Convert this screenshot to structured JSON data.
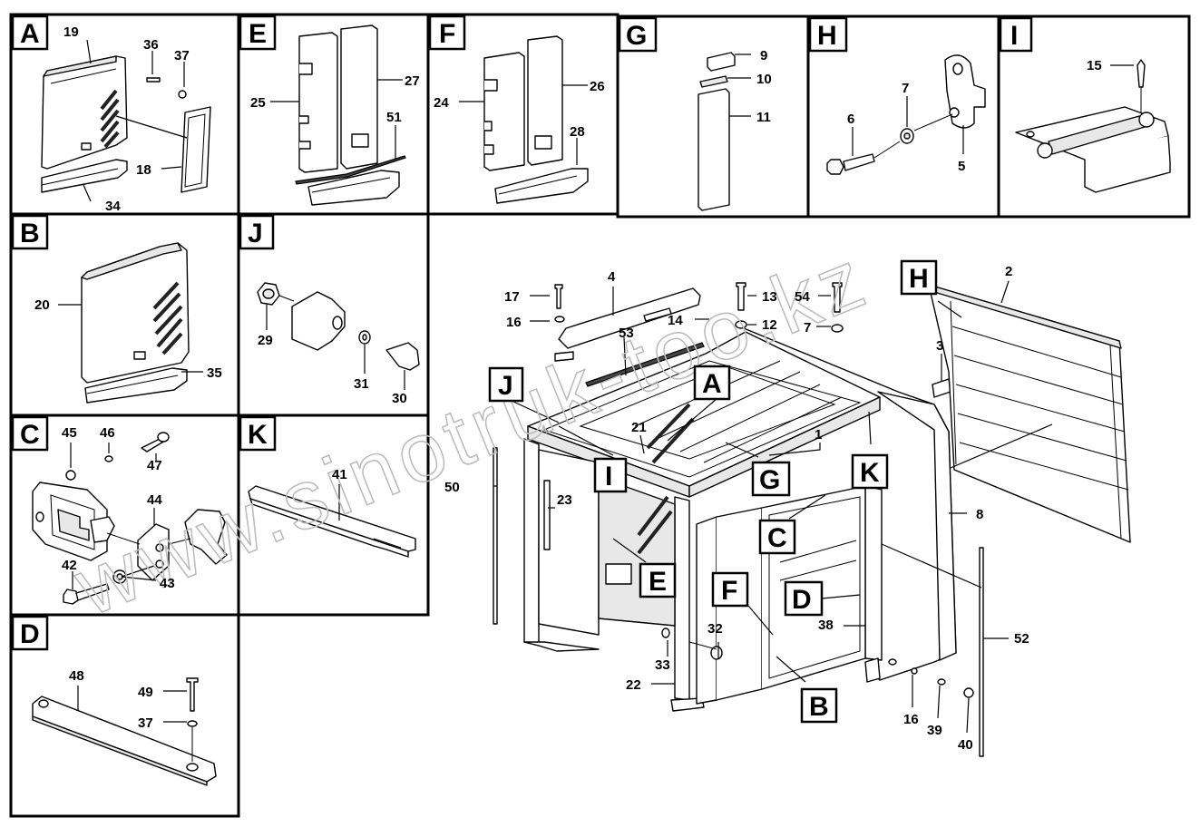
{
  "watermark": "www.sinotruk-too.kz",
  "panels": [
    {
      "id": "A",
      "numbers": [
        "19",
        "36",
        "37",
        "18",
        "34"
      ]
    },
    {
      "id": "E",
      "numbers": [
        "25",
        "27",
        "51"
      ]
    },
    {
      "id": "F",
      "numbers": [
        "24",
        "26",
        "28"
      ]
    },
    {
      "id": "G",
      "numbers": [
        "9",
        "10",
        "11"
      ]
    },
    {
      "id": "H",
      "numbers": [
        "7",
        "6",
        "5"
      ]
    },
    {
      "id": "I",
      "numbers": [
        "15"
      ]
    },
    {
      "id": "B",
      "numbers": [
        "20",
        "35"
      ]
    },
    {
      "id": "J",
      "numbers": [
        "29",
        "31",
        "30"
      ]
    },
    {
      "id": "C",
      "numbers": [
        "45",
        "46",
        "47",
        "44",
        "42",
        "43"
      ]
    },
    {
      "id": "K",
      "numbers": [
        "41"
      ]
    },
    {
      "id": "D",
      "numbers": [
        "48",
        "49",
        "37"
      ]
    }
  ],
  "main_callouts": [
    "H",
    "J",
    "A",
    "I",
    "G",
    "K",
    "C",
    "E",
    "F",
    "D",
    "B"
  ],
  "main_numbers": [
    "4",
    "17",
    "16",
    "14",
    "13",
    "12",
    "54",
    "7",
    "2",
    "3",
    "53",
    "21",
    "1",
    "50",
    "23",
    "8",
    "38",
    "52",
    "32",
    "33",
    "22",
    "16",
    "39",
    "40"
  ]
}
